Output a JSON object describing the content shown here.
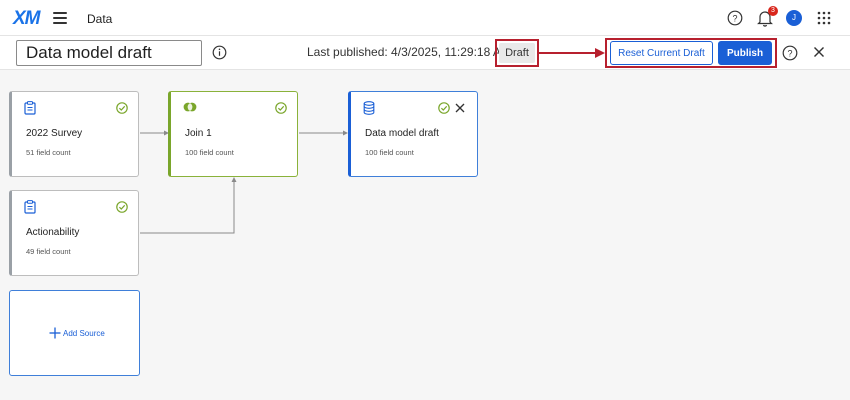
{
  "topbar": {
    "logo": "XM",
    "app_title": "Data",
    "notification_count": "3",
    "avatar_initial": "J"
  },
  "subbar": {
    "model_name": "Data model draft",
    "last_published": "Last published: 4/3/2025, 11:29:18 AM",
    "status_badge": "Draft",
    "reset_label": "Reset Current Draft",
    "publish_label": "Publish"
  },
  "cards": {
    "survey": {
      "title": "2022 Survey",
      "count": "51 field count"
    },
    "actionability": {
      "title": "Actionability",
      "count": "49 field count"
    },
    "join": {
      "title": "Join 1",
      "count": "100 field count"
    },
    "output": {
      "title": "Data model draft",
      "count": "100 field count"
    }
  },
  "add_source_label": "Add Source",
  "colors": {
    "brand_blue": "#1a5fd6",
    "success_green": "#7aa62b",
    "highlight_red": "#b7202e"
  }
}
